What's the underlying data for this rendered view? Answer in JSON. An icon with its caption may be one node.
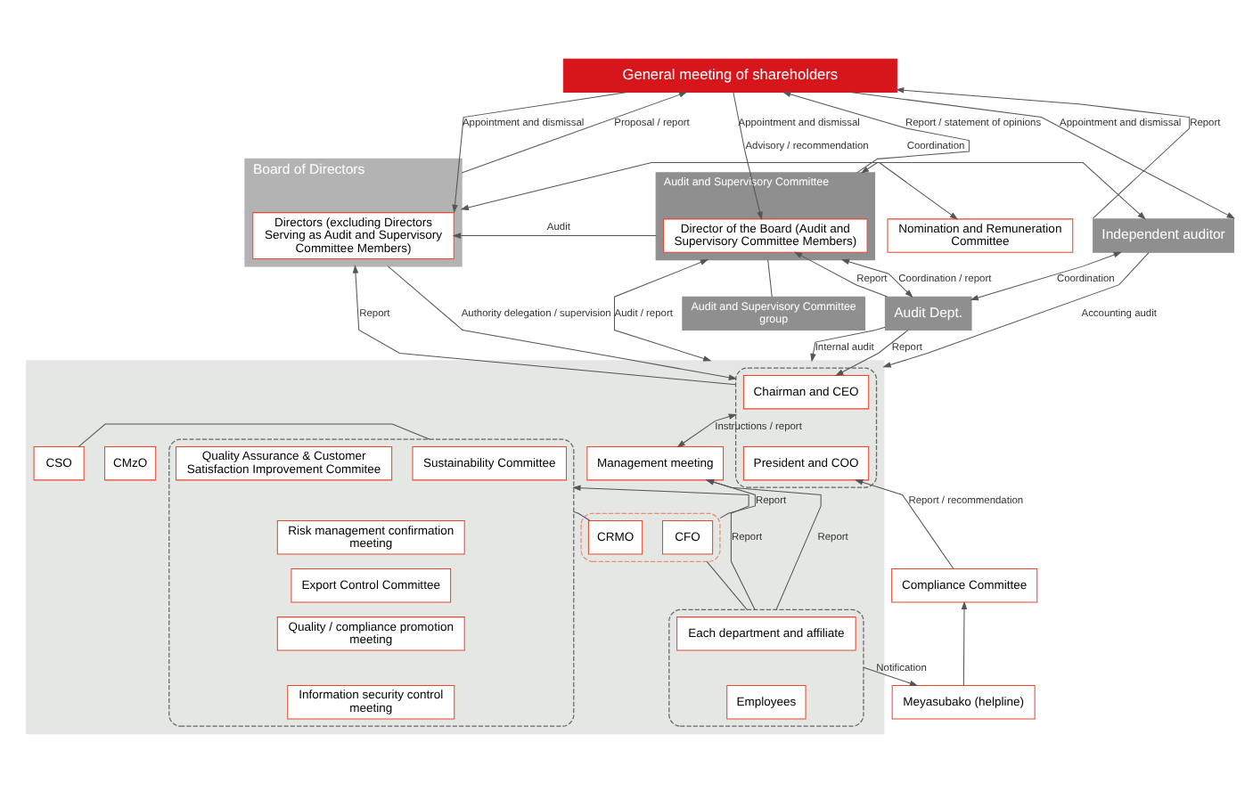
{
  "diagram": {
    "nodes": [
      {
        "text": [
          "General meeting of shareholders"
        ]
      },
      {
        "text": [
          "Board of Directors"
        ]
      },
      {
        "text": [
          "Directors (excluding Directors Serving as Audit and Supervisory Committee Members)"
        ],
        "in": 1
      },
      {
        "text": [
          "Audit and Supervisory Committee"
        ]
      },
      {
        "text": [
          "Director of the Board (Audit and Supervisory Committee Members)"
        ],
        "in": 3
      },
      {
        "text": [
          "Audit and Supervisory Committee group"
        ]
      },
      {
        "text": [
          "Independent auditor"
        ]
      },
      {
        "text": [
          "Nomination and Remuneration Committee"
        ]
      },
      {
        "text": [
          "Audit Dept."
        ]
      },
      {
        "text": [],
        "shape": "box"
      },
      {
        "text": [],
        "shape": "box",
        "in": 9
      },
      {
        "text": [
          "Chairman and CEO"
        ],
        "in": 10
      },
      {
        "text": [
          "President and COO"
        ],
        "in": 10
      },
      {
        "text": [
          "CMzO"
        ],
        "in": 9
      },
      {
        "text": [
          "CSO"
        ],
        "in": 9
      },
      {
        "text": [
          "Compliance Committee"
        ]
      },
      {
        "text": [
          "Management meeting"
        ],
        "in": 9
      },
      {
        "text": [],
        "shape": "box",
        "in": 9
      },
      {
        "text": [
          "CFO"
        ],
        "in": 17
      },
      {
        "text": [
          "CRMO"
        ],
        "in": 17
      },
      {
        "text": [],
        "shape": "box",
        "in": 9
      },
      {
        "text": [
          "Each department and affiliate"
        ],
        "in": 20
      },
      {
        "text": [
          "Employees"
        ],
        "in": 20
      },
      {
        "text": [
          "Meyasubako (helpline)"
        ]
      },
      {
        "text": [],
        "shape": "box",
        "in": 9
      },
      {
        "text": [
          "Sustainability Committee"
        ],
        "in": 24
      },
      {
        "text": [
          "Export Control Committee"
        ],
        "in": 24
      },
      {
        "text": [
          "Quality Assurance & Customer Satisfaction Improvement Commitee"
        ],
        "in": 24
      },
      {
        "text": [
          "Risk management confirmation meeting"
        ],
        "in": 24
      },
      {
        "text": [
          "Quality / compliance promotion meeting"
        ],
        "in": 24
      },
      {
        "text": [
          "Information security control meeting"
        ],
        "in": 24
      }
    ],
    "edges": [
      {
        "from": 1,
        "to": 0,
        "arrow": "to",
        "label": "Proposal / report"
      },
      {
        "from": 0,
        "to": 2,
        "arrow": "to",
        "label": "Appointment and dismissal"
      },
      {
        "from": 0,
        "to": 4,
        "arrow": "to",
        "label": "Appointment and dismissal"
      },
      {
        "from": 3,
        "to": 0,
        "arrow": "to",
        "label": "Report / statement of opinions"
      },
      {
        "from": 6,
        "to": 0,
        "arrow": "to",
        "label": "Report"
      },
      {
        "from": 0,
        "to": 6,
        "arrow": "to",
        "label": "Appointment and dismissal"
      },
      {
        "from": 7,
        "to": 1,
        "arrow": "both",
        "label": "Advisory / recommendation"
      },
      {
        "from": 3,
        "to": 2,
        "arrow": "to",
        "label": "Audit"
      },
      {
        "from": 3,
        "to": 6,
        "arrow": "both",
        "label": "Coordination"
      },
      {
        "from": 3,
        "to": 5,
        "arrow": "none"
      },
      {
        "from": 10,
        "to": 1,
        "arrow": "to",
        "label": "Report"
      },
      {
        "from": 1,
        "to": 10,
        "arrow": "to",
        "label": "Authority delegation / supervision"
      },
      {
        "from": 8,
        "to": 11,
        "arrow": "to",
        "label": "Report"
      },
      {
        "from": 8,
        "to": 4,
        "arrow": "to",
        "label": "Report"
      },
      {
        "from": 3,
        "to": 9,
        "arrow": "both",
        "label": "Audit / report"
      },
      {
        "from": 3,
        "to": 8,
        "arrow": "both",
        "label": "Coordination / report"
      },
      {
        "from": 6,
        "to": 8,
        "arrow": "both",
        "label": "Coordination"
      },
      {
        "from": 8,
        "to": 9,
        "arrow": "to",
        "label": "Internal audit"
      },
      {
        "from": 6,
        "to": 9,
        "arrow": "to",
        "label": "Accounting audit"
      },
      {
        "from": 15,
        "to": 12,
        "arrow": "to",
        "label": "Report / recommendation"
      },
      {
        "from": 10,
        "to": 16,
        "arrow": "both",
        "label": "Instructions / report"
      },
      {
        "from": 20,
        "to": 16,
        "arrow": "to",
        "label": "Report"
      },
      {
        "from": 20,
        "to": 17,
        "arrow": "none"
      },
      {
        "from": 17,
        "to": 16,
        "arrow": "to",
        "label": "Report"
      },
      {
        "from": 19,
        "to": 24,
        "arrow": "none"
      },
      {
        "from": 14,
        "to": 24,
        "arrow": "none"
      },
      {
        "from": 20,
        "to": 24,
        "arrow": "to",
        "label": "Report"
      },
      {
        "from": 20,
        "to": 23,
        "arrow": "to",
        "label": "Notification"
      },
      {
        "from": 23,
        "to": 15,
        "arrow": "to"
      }
    ]
  }
}
